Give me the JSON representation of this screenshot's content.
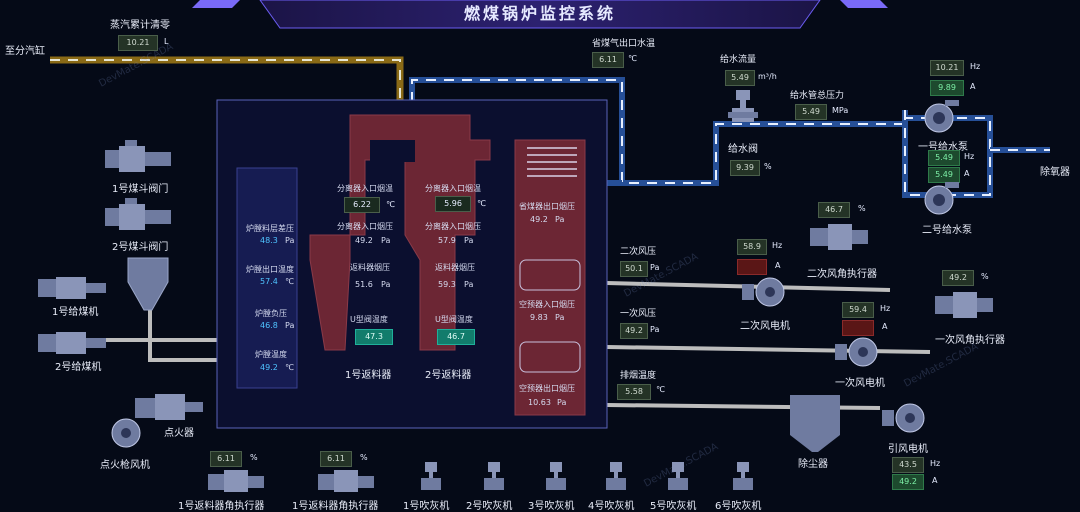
{
  "title": "燃煤锅炉监控系统",
  "watermark": "DevMate.SCADA",
  "labels": {
    "steam_cumulative_reset": "蒸汽累计清零",
    "to_steam_cylinder": "至分汽缸",
    "economizer_outlet_water_temp": "省煤气出口水温",
    "feed_water_flow": "给水流量",
    "feed_water_main_pressure": "给水管总压力",
    "feed_valve": "给水阀",
    "pump1": "一号给水泵",
    "pump2": "二号给水泵",
    "deaerator": "除氧器",
    "hopper1_valve": "1号煤斗阀门",
    "hopper2_valve": "2号煤斗阀门",
    "feeder1": "1号给煤机",
    "feeder2": "2号给煤机",
    "igniter": "点火器",
    "igniter_fan": "点火枪风机",
    "bed_pressure_diff": "炉膛料层差压",
    "furnace_outlet_temp": "炉膛出口温度",
    "furnace_neg_pressure": "炉膛负压",
    "furnace_temp": "炉膛温度",
    "sep_inlet_temp_1": "分离器入口烟温",
    "sep_inlet_temp_2": "分离器入口烟温",
    "sep_inlet_pressure_1": "分离器入口烟压",
    "sep_inlet_pressure_2": "分离器入口烟压",
    "return_pressure_1": "返料器烟压",
    "return_pressure_2": "返料器烟压",
    "u_valve_temp_1": "U型阀温度",
    "u_valve_temp_2": "U型阀温度",
    "returner1": "1号返料器",
    "returner2": "2号返料器",
    "economizer_inlet_pressure": "省煤器出口烟压",
    "air_preheater_inlet_pressure": "空预器入口烟压",
    "air_preheater_outlet_pressure": "空预器出口烟压",
    "secondary_air_pressure": "二次风压",
    "primary_air_pressure": "一次风压",
    "exhaust_temp": "排烟温度",
    "secondary_fan_motor": "二次风电机",
    "primary_fan_motor": "一次风电机",
    "secondary_damper": "二次风角执行器",
    "primary_damper": "一次风角执行器",
    "dust_collector": "除尘器",
    "id_fan_motor": "引风电机",
    "returner1_actuator": "1号返料器角执行器",
    "returner2_actuator": "1号返料器角执行器",
    "soot_blowers": [
      "1号吹灰机",
      "2号吹灰机",
      "3号吹灰机",
      "4号吹灰机",
      "5号吹灰机",
      "6号吹灰机"
    ]
  },
  "values": {
    "steam_cumulative": "10.21",
    "economizer_outlet_water_temp": "6.11",
    "feed_water_flow": "5.49",
    "feed_water_main_pressure": "5.49",
    "feed_valve_pct": "9.39",
    "pump1_hz": "10.21",
    "pump1_a": "9.89",
    "pump2_hz": "5.49",
    "pump2_a": "5.49",
    "bed_pressure_diff": "48.3",
    "furnace_outlet_temp": "57.4",
    "furnace_neg_pressure": "46.8",
    "furnace_temp": "49.2",
    "sep_inlet_temp_1": "6.22",
    "sep_inlet_temp_2": "5.96",
    "sep_inlet_pressure_1": "49.2",
    "sep_inlet_pressure_2": "57.9",
    "return_pressure_1": "51.6",
    "return_pressure_2": "59.3",
    "u_valve_temp_1": "47.3",
    "u_valve_temp_2": "46.7",
    "economizer_inlet_pressure": "49.2",
    "air_preheater_inlet_pressure": "9.83",
    "air_preheater_outlet_pressure": "10.63",
    "secondary_air_pressure": "50.1",
    "primary_air_pressure": "49.2",
    "exhaust_temp": "5.58",
    "secondary_fan_hz": "58.9",
    "secondary_fan_a": "",
    "primary_fan_hz": "59.4",
    "primary_fan_a": "",
    "secondary_damper_pct": "46.7",
    "primary_damper_pct": "49.2",
    "id_fan_hz": "43.5",
    "id_fan_a": "49.2",
    "returner1_actuator_pct": "6.11",
    "returner2_actuator_pct": "6.11"
  },
  "units": {
    "L": "L",
    "C": "℃",
    "m3h": "m³/h",
    "MPa": "MPa",
    "pct": "%",
    "Hz": "Hz",
    "A": "A",
    "Pa": "Pa"
  }
}
